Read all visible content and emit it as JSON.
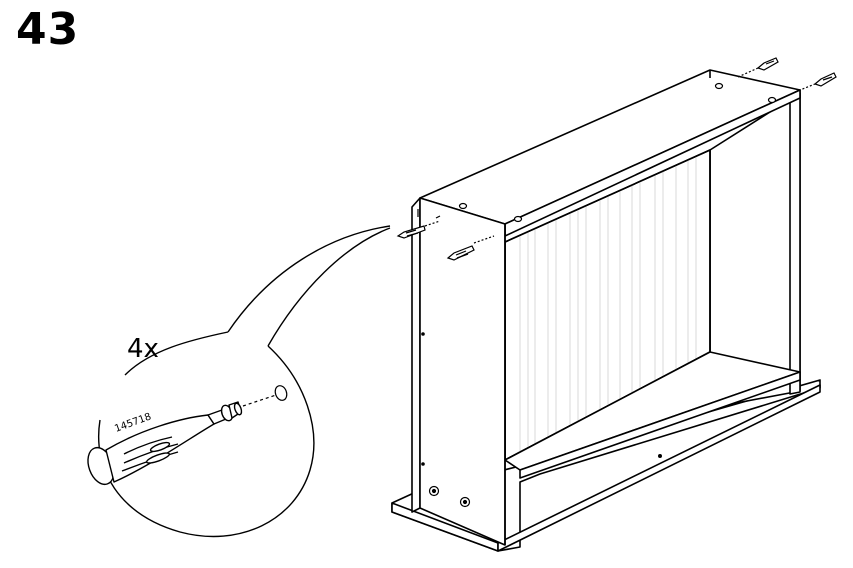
{
  "step": {
    "number": "43"
  },
  "detail_callout": {
    "quantity": "4x",
    "part_number": "145718"
  },
  "colors": {
    "line": "#000000",
    "panel_fill": "#ffffff",
    "back_panel_stripe": "#e6e6e6"
  },
  "icons": {
    "dowel": "screw-dowel-icon",
    "hole": "hole-icon"
  }
}
